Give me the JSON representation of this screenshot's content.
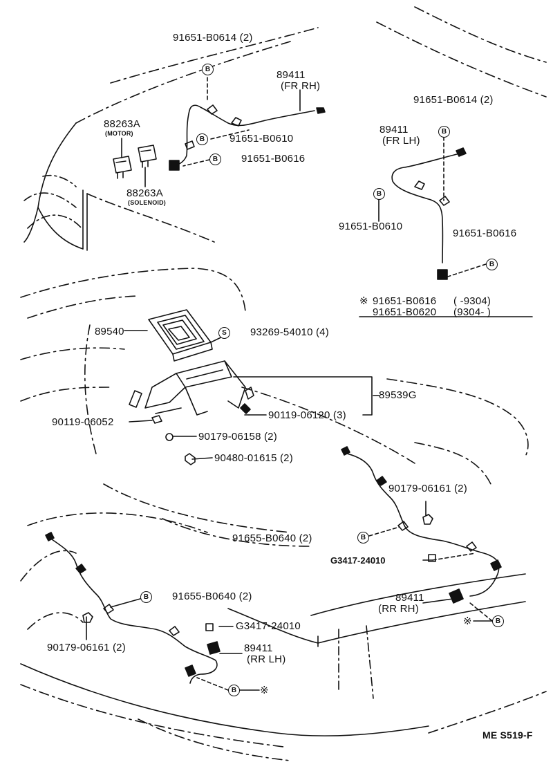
{
  "diagram_code": "ME S519-F",
  "front_rh_sensor": {
    "part_no": "89411",
    "position": "(FR  RH)",
    "bolt_top": "91651-B0614 (2)",
    "bolt_mid": "91651-B0610",
    "bolt_low": "91651-B0616"
  },
  "relays": {
    "motor_part": "88263A",
    "motor_label": "(MOTOR)",
    "solenoid_part": "88263A",
    "solenoid_label": "(SOLENOID)"
  },
  "front_lh_sensor": {
    "part_no": "89411",
    "position": "(FR  LH)",
    "bolt_top": "91651-B0614 (2)",
    "bolt_mid": "91651-B0610",
    "bolt_low": "91651-B0616"
  },
  "alt_bolts": {
    "star": "※",
    "row1_part": "91651-B0616",
    "row1_range": "(        -9304)",
    "row2_part": "91651-B0620",
    "row2_range": "(9304-          )"
  },
  "ecu": {
    "ecu_part": "89540",
    "screw_part": "93269-54010 (4)",
    "bracket_part": "89539G",
    "bolt_left": "90119-06052",
    "bolt_right": "90119-06120 (3)",
    "washer": "90179-06158 (2)",
    "nut": "90480-01615 (2)"
  },
  "rear_rh_sensor": {
    "part_no": "89411",
    "position": "(RR  RH)",
    "nut": "90179-06161 (2)",
    "bolt": "91655-B0640 (2)",
    "clip": "G3417-24010"
  },
  "rear_lh_sensor": {
    "part_no": "89411",
    "position": "(RR  LH)",
    "nut": "90179-06161 (2)",
    "bolt": "91655-B0640 (2)",
    "clip": "G3417-24010"
  },
  "markers": {
    "b": "B",
    "s": "S",
    "star": "※"
  }
}
